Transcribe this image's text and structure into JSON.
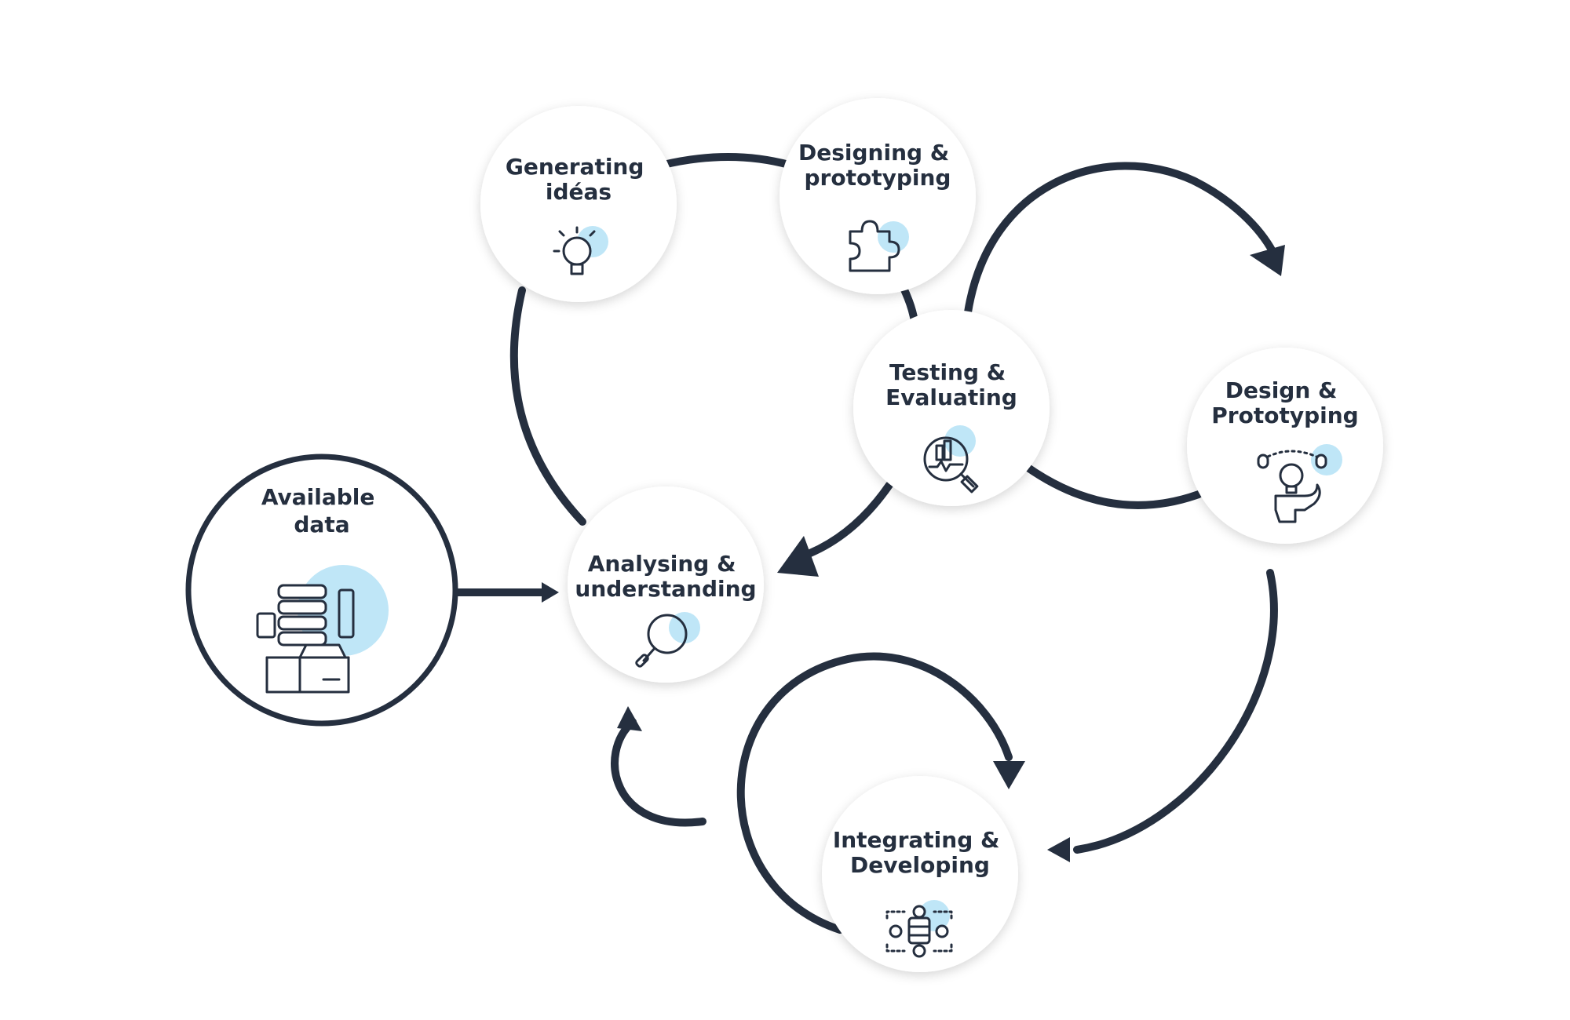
{
  "colors": {
    "stroke": "#252f3f",
    "text": "#252f3f",
    "accent": "#bfe6f7",
    "node_fill": "#ffffff"
  },
  "nodes": {
    "available_data": {
      "line1": "Available",
      "line2": "data",
      "icon": "server-box-icon"
    },
    "generating_ideas": {
      "line1": "Generating",
      "line2": "idéas",
      "icon": "lightbulb-icon"
    },
    "designing_prototyping": {
      "line1": "Designing &",
      "line2": "prototyping",
      "icon": "puzzle-piece-icon"
    },
    "testing_evaluating": {
      "line1": "Testing &",
      "line2": "Evaluating",
      "icon": "magnifier-chart-icon"
    },
    "design_prototyping": {
      "line1": "Design &",
      "line2": "Prototyping",
      "icon": "head-lightbulb-icon"
    },
    "analysing_understanding": {
      "line1": "Analysing &",
      "line2": "understanding",
      "icon": "magnifying-glass-icon"
    },
    "integrating_developing": {
      "line1": "Integrating &",
      "line2": "Developing",
      "icon": "gears-database-icon"
    }
  }
}
